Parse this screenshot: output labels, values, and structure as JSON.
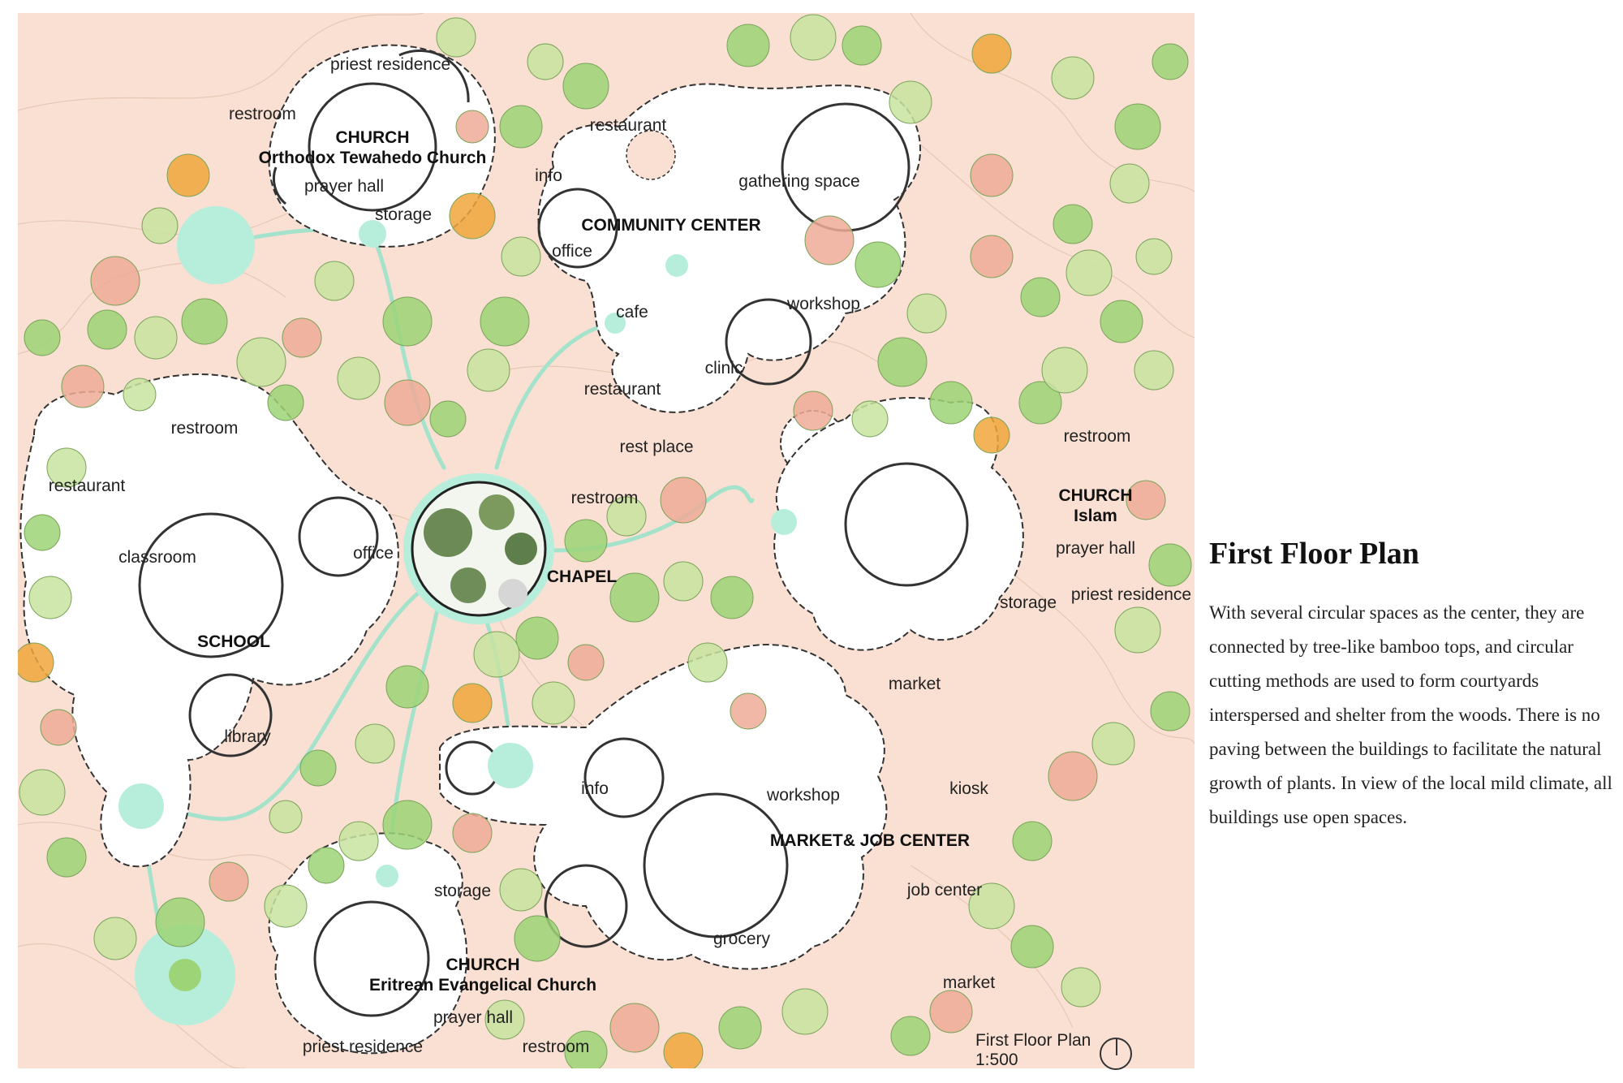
{
  "side_panel": {
    "title": "First Floor Plan",
    "body": "With several circular spaces as the center, they are connected by tree-like bamboo tops, and circular cutting methods are used to form courtyards interspersed and shelter from the woods. There is no paving between the buildings to facilitate the natural growth of plants. In view of the local mild climate, all buildings use open spaces."
  },
  "plan": {
    "caption": "First Floor Plan",
    "scale": "1:500",
    "colors": {
      "ground": "#f9e0d2",
      "building": "#ffffff",
      "courtyard": "#b6eedb",
      "path": "#a4e2cc",
      "tree_green": "#9cd477",
      "tree_light": "#c8e3a0",
      "tree_pink": "#eeaa98",
      "tree_orange": "#f0a63c",
      "outline": "#333333"
    },
    "buildings": {
      "orthodox": {
        "title": "CHURCH",
        "subtitle": "Orthodox Tewahedo Church",
        "rooms": [
          "priest residence",
          "restroom",
          "prayer hall",
          "storage"
        ]
      },
      "community": {
        "title": "COMMUNITY CENTER",
        "rooms": [
          "restaurant",
          "info",
          "gathering space",
          "office",
          "cafe",
          "workshop",
          "clinic",
          "restaurant",
          "rest place",
          "restroom"
        ]
      },
      "school": {
        "title": "SCHOOL",
        "rooms": [
          "restroom",
          "restaurant",
          "classroom",
          "office",
          "library"
        ]
      },
      "chapel": {
        "title": "CHAPEL"
      },
      "islam": {
        "title": "CHURCH",
        "subtitle": "Islam",
        "rooms": [
          "restroom",
          "prayer hall",
          "storage",
          "priest residence"
        ]
      },
      "market": {
        "title": "MARKET& JOB CENTER",
        "rooms": [
          "market",
          "info",
          "workshop",
          "kiosk",
          "job center",
          "grocery",
          "market"
        ]
      },
      "eritrean": {
        "title": "CHURCH",
        "subtitle": "Eritrean Evangelical Church",
        "rooms": [
          "storage",
          "prayer hall",
          "priest residence",
          "restroom"
        ]
      }
    }
  }
}
